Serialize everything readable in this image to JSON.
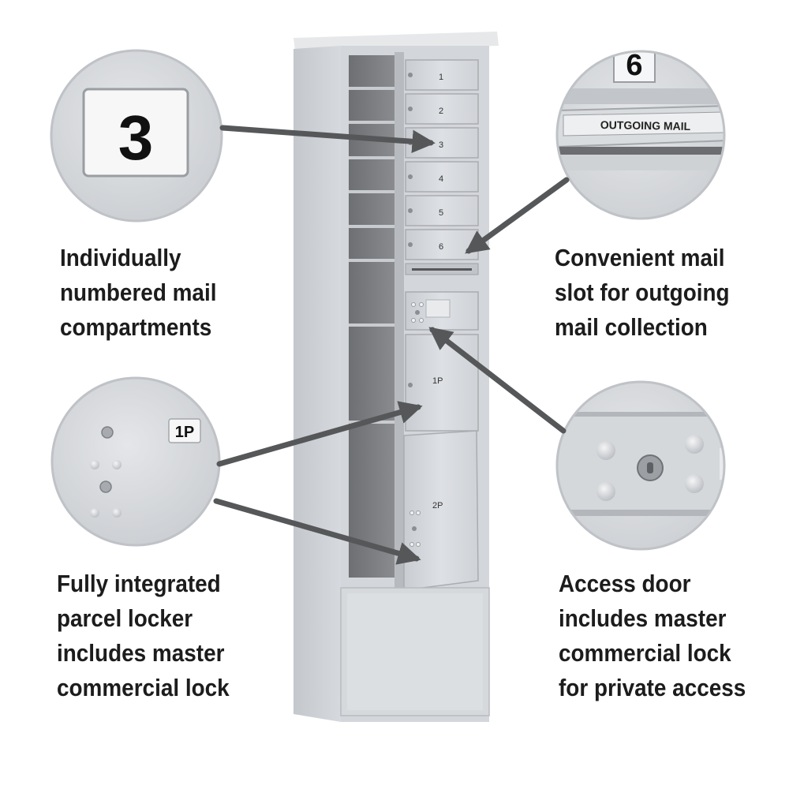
{
  "captions": {
    "numbered": [
      "Individually",
      "numbered mail",
      "compartments"
    ],
    "outgoing": [
      "Convenient mail",
      "slot for outgoing",
      "mail collection"
    ],
    "parcel": [
      "Fully integrated",
      "parcel locker",
      "includes master",
      "commercial lock"
    ],
    "access": [
      "Access door",
      "includes master",
      "commercial lock",
      "for private access"
    ]
  },
  "callouts": {
    "number_tag": "3",
    "outgoing_number": "6",
    "outgoing_label": "OUTGOING MAIL",
    "parcel_tag": "1P"
  },
  "cabinet": {
    "door_numbers": [
      "1",
      "2",
      "3",
      "4",
      "5",
      "6"
    ],
    "parcel_doors": [
      "1P",
      "2P"
    ]
  }
}
